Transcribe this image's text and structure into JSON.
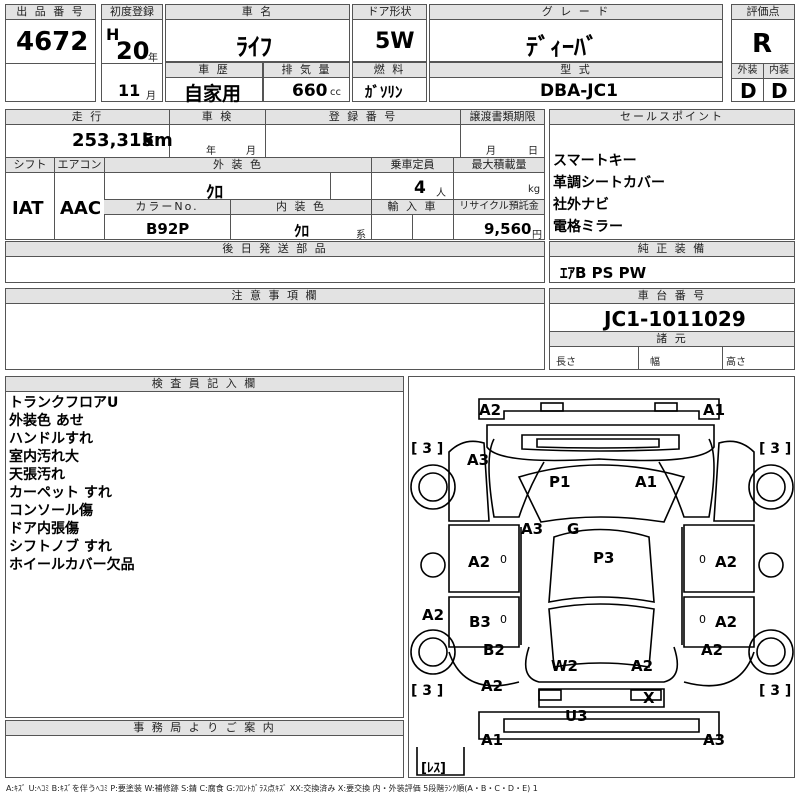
{
  "top": {
    "lot_no_label": "出 品 番 号",
    "lot_no": "4672",
    "first_reg_label": "初度登録",
    "era": "H",
    "year": "20",
    "year_unit": "年",
    "month": "11",
    "month_unit": "月",
    "car_name_label": "車 名",
    "car_name": "ﾗｲﾌ",
    "door_label": "ドア形状",
    "door": "5W",
    "grade_label": "グ レ ー ド",
    "grade": "ﾃﾞｨｰﾊﾞ",
    "score_label": "評価点",
    "score": "R",
    "history_label": "車 歴",
    "history": "自家用",
    "displacement_label": "排 気 量",
    "displacement": "660",
    "displacement_unit": "cc",
    "fuel_label": "燃 料",
    "fuel": "ｶﾞｿﾘﾝ",
    "model_label": "型 式",
    "model": "DBA-JC1",
    "exterior_label": "外装",
    "exterior": "D",
    "interior_label": "内装",
    "interior": "D"
  },
  "mid": {
    "mileage_label": "走 行",
    "mileage": "253,315",
    "mileage_unit": "km",
    "inspection_label": "車 検",
    "inspection_year_unit": "年",
    "inspection_month_unit": "月",
    "reg_no_label": "登 録 番 号",
    "transfer_label": "譲渡書類期限",
    "transfer_month_unit": "月",
    "transfer_day_unit": "日",
    "shift_label": "シフト",
    "shift": "IAT",
    "ac_label": "エアコン",
    "ac": "AAC",
    "ext_color_label": "外 装 色",
    "ext_color": "ｸﾛ",
    "capacity_label": "乗車定員",
    "capacity": "4",
    "capacity_unit": "人",
    "max_load_label": "最大積載量",
    "max_load_unit": "kg",
    "color_no_label": "カラーNo.",
    "color_no": "B92P",
    "int_color_label": "内 装 色",
    "int_color": "ｸﾛ",
    "int_color_unit": "系",
    "import_label": "輸 入 車",
    "recycle_label": "リサイクル預託金",
    "recycle": "9,560",
    "recycle_unit": "円",
    "later_parts_label": "後 日 発 送 部 品"
  },
  "sales": {
    "label": "セールスポイント",
    "points": [
      "スマートキー",
      "革調シートカバー",
      "社外ナビ",
      "電格ミラー"
    ]
  },
  "equipment": {
    "label": "純 正 装 備",
    "value": "ｴｱB PS PW"
  },
  "caution": {
    "label": "注 意 事 項 欄"
  },
  "chassis": {
    "label": "車 台 番 号",
    "value": "JC1-1011029",
    "spec_label": "諸 元",
    "length": "長さ",
    "width": "幅",
    "height": "高さ"
  },
  "inspector": {
    "label": "検 査 員 記 入 欄",
    "notes": [
      "トランクフロアU",
      "外装色 あせ",
      "ハンドルすれ",
      "室内汚れ大",
      "天張汚れ",
      "カーペット すれ",
      "コンソール傷",
      "ドア内張傷",
      "シフトノブ すれ",
      "ホイールカバー欠品"
    ]
  },
  "office": {
    "label": "事 務 局 よ り ご 案 内"
  },
  "diagram": {
    "codes": {
      "front_left_bumper": "A2",
      "front_right_bumper": "A1",
      "hood_left": "A3",
      "roof_p1": "P1",
      "roof_a1": "A1",
      "windshield_a3": "A3",
      "glass": "G",
      "roof_p3": "P3",
      "left_front_door": "A2",
      "right_front_door": "A2",
      "left_fender_rear": "A2",
      "left_b3": "B3",
      "right_rear_door": "A2",
      "left_b2": "B2",
      "right_quarter": "A2",
      "left_lower": "A2",
      "rear_w2": "W2",
      "rear_a2": "A2",
      "rear_x": "X",
      "rear_u3": "U3",
      "rear_left_bumper": "A1",
      "rear_right_bumper": "A3",
      "tire_fl": "[ 3 ]",
      "tire_fr": "[ 3 ]",
      "tire_rl": "[ 3 ]",
      "tire_rr": "[ 3 ]",
      "spare": "[ﾚｽ]",
      "zero_l1": "0",
      "zero_r1": "0",
      "zero_l2": "0",
      "zero_r2": "0"
    }
  },
  "legend": "A:ｷｽﾞ U:ﾍｺﾐ B:ｷｽﾞを伴うﾍｺﾐ P:要塗装 W:補修跡 S:錆 C:腐食 G:ﾌﾛﾝﾄｶﾞﾗｽ点ｷｽﾞ XX:交換済み X:要交換 内・外装評価 5段階ﾗﾝｸ順(A・B・C・D・E) 1"
}
